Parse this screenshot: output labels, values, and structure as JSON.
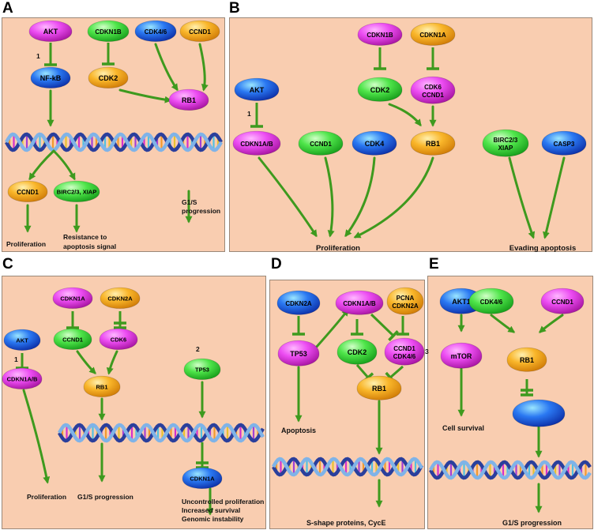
{
  "panels": {
    "A": {
      "label": "A",
      "nodes": [
        "AKT",
        "CDKN1B",
        "CDK4/6",
        "CCND1",
        "NF-kB",
        "CDK2",
        "RB1",
        "CCND1",
        "BIRC2/3, XIAP"
      ],
      "edge_labels": [
        "1"
      ],
      "outcomes": [
        "Proliferation",
        "Resistance to",
        "apoptosis signal",
        "G1/S",
        "progression"
      ]
    },
    "B": {
      "label": "B",
      "nodes": [
        "CDKN1B",
        "CDKN1A",
        "CDK2",
        "CDK6",
        "CCND1",
        "AKT",
        "CDKN1A/B",
        "CCND1",
        "CDK4",
        "RB1",
        "BIRC2/3",
        "XIAP",
        "CASP3"
      ],
      "edge_labels": [
        "1"
      ],
      "outcomes": [
        "Proliferation",
        "Evading apoptosis"
      ]
    },
    "C": {
      "label": "C",
      "nodes": [
        "CDKN1A",
        "CDKN2A",
        "CCND1",
        "CDK6",
        "AKT",
        "CDKN1A/B",
        "RB1",
        "TP53",
        "CDKN1A"
      ],
      "edge_labels": [
        "1",
        "2"
      ],
      "outcomes": [
        "Proliferation",
        "G1/S progression",
        "Uncontrolled proliferation",
        "Increased survival",
        "Genomic instability"
      ]
    },
    "D": {
      "label": "D",
      "nodes": [
        "CDKN2A",
        "CDKN1A/B",
        "PCNA",
        "CDKN2A",
        "TP53",
        "CDK2",
        "CCND1",
        "CDK4/6",
        "RB1"
      ],
      "edge_labels": [
        "3"
      ],
      "outcomes": [
        "Apoptosis",
        "S-shape proteins, CycE"
      ]
    },
    "E": {
      "label": "E",
      "nodes": [
        "AKT1",
        "CDK4/6",
        "CCND1",
        "mTOR",
        "RB1"
      ],
      "edge_labels": [],
      "outcomes": [
        "Cell survival",
        "G1/S progression"
      ]
    }
  },
  "colors": {
    "panel_bg": "#f9cdb0",
    "arrow": "#3e9a1e",
    "magenta": "#e040e8",
    "green": "#46e046",
    "blue": "#1e6cf0",
    "orange": "#f7b020"
  }
}
